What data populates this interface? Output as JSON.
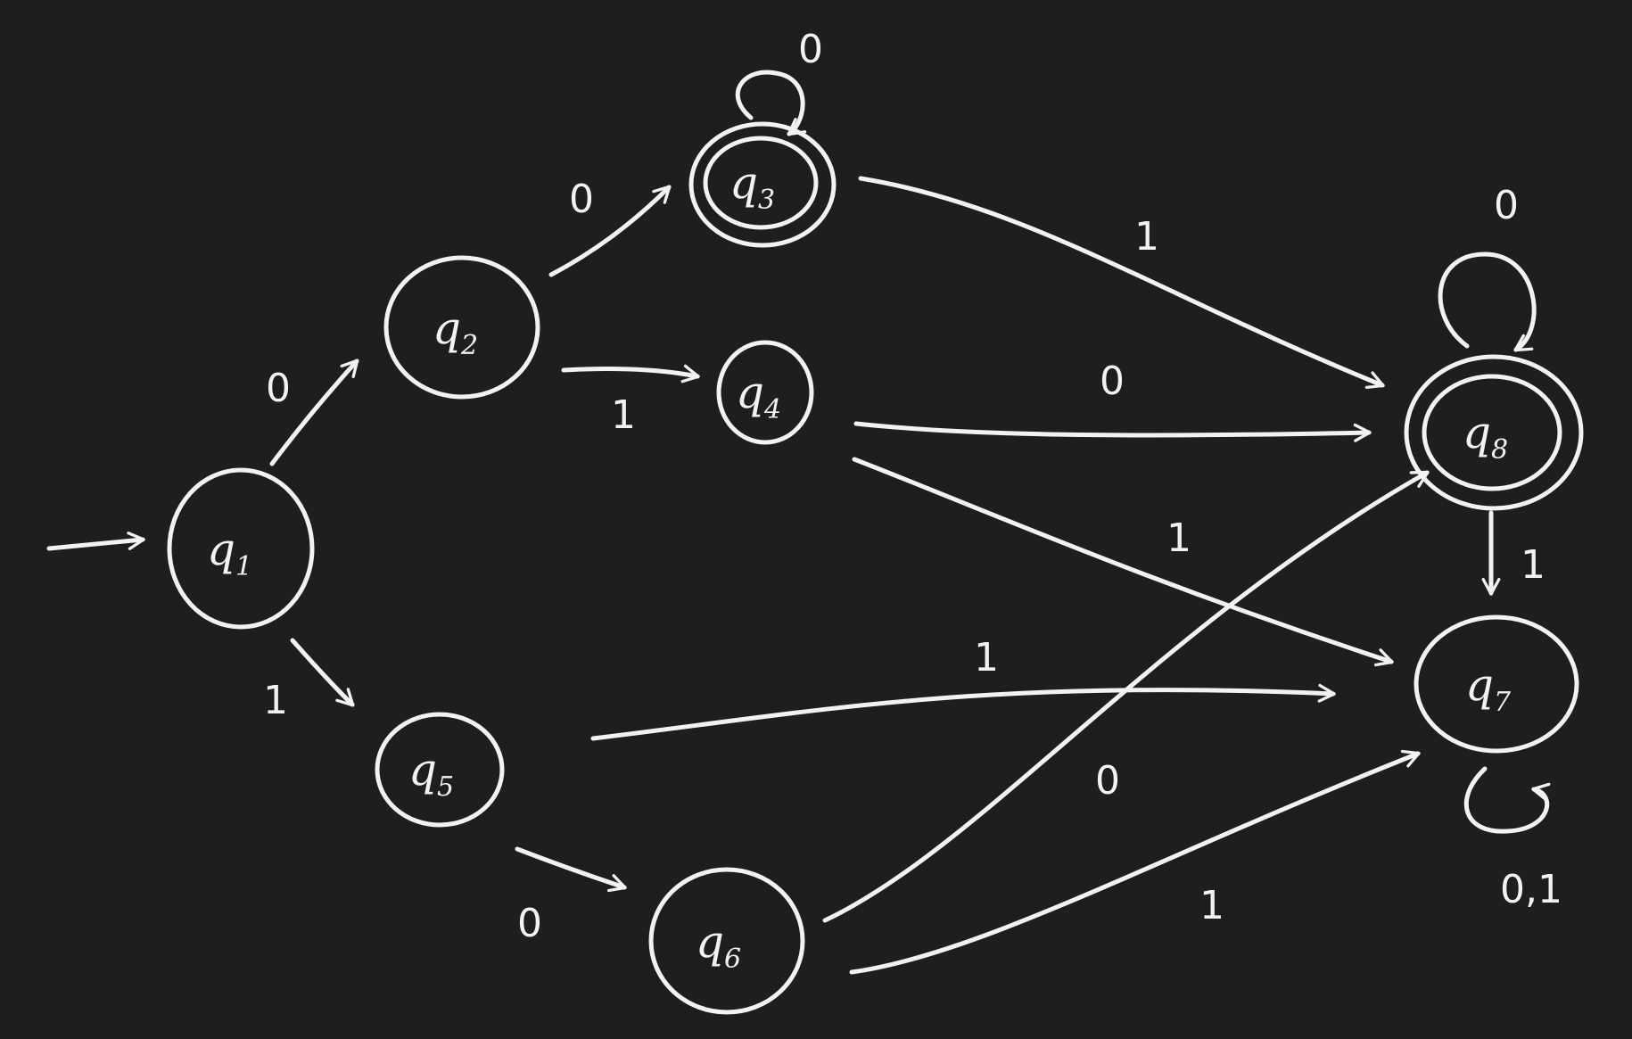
{
  "diagram": {
    "states": [
      {
        "id": "q1",
        "name": "q",
        "index": "1",
        "start": true,
        "accepting": false
      },
      {
        "id": "q2",
        "name": "q",
        "index": "2",
        "start": false,
        "accepting": false
      },
      {
        "id": "q3",
        "name": "q",
        "index": "3",
        "start": false,
        "accepting": true
      },
      {
        "id": "q4",
        "name": "q",
        "index": "4",
        "start": false,
        "accepting": false
      },
      {
        "id": "q5",
        "name": "q",
        "index": "5",
        "start": false,
        "accepting": false
      },
      {
        "id": "q6",
        "name": "q",
        "index": "6",
        "start": false,
        "accepting": false
      },
      {
        "id": "q7",
        "name": "q",
        "index": "7",
        "start": false,
        "accepting": false
      },
      {
        "id": "q8",
        "name": "q",
        "index": "8",
        "start": false,
        "accepting": true
      }
    ],
    "transitions": [
      {
        "from": "q1",
        "to": "q2",
        "label": "0"
      },
      {
        "from": "q1",
        "to": "q5",
        "label": "1"
      },
      {
        "from": "q2",
        "to": "q3",
        "label": "0"
      },
      {
        "from": "q2",
        "to": "q4",
        "label": "1"
      },
      {
        "from": "q3",
        "to": "q3",
        "label": "0"
      },
      {
        "from": "q3",
        "to": "q8",
        "label": "1"
      },
      {
        "from": "q4",
        "to": "q8",
        "label": "0"
      },
      {
        "from": "q4",
        "to": "q7",
        "label": "1"
      },
      {
        "from": "q5",
        "to": "q7",
        "label": "1"
      },
      {
        "from": "q5",
        "to": "q6",
        "label": "0"
      },
      {
        "from": "q6",
        "to": "q8",
        "label": "0"
      },
      {
        "from": "q6",
        "to": "q7",
        "label": "1"
      },
      {
        "from": "q8",
        "to": "q8",
        "label": "0"
      },
      {
        "from": "q8",
        "to": "q7",
        "label": "1"
      },
      {
        "from": "q7",
        "to": "q7",
        "label": "0,1"
      }
    ]
  }
}
